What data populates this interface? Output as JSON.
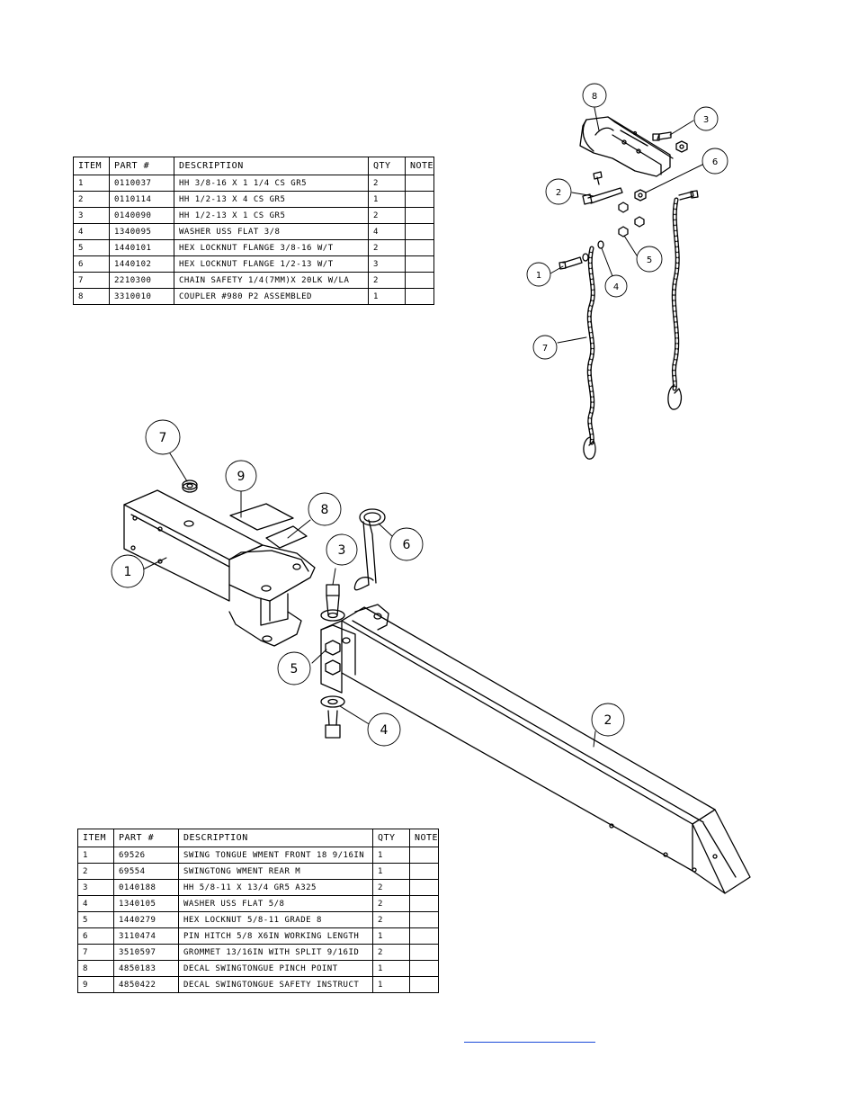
{
  "top_table": {
    "headers": [
      "ITEM",
      "PART #",
      "DESCRIPTION",
      "QTY",
      "NOTE"
    ],
    "rows": [
      [
        "1",
        "0110037",
        "HH 3/8-16 X 1 1/4 CS GR5",
        "2",
        ""
      ],
      [
        "2",
        "0110114",
        "HH 1/2-13 X 4 CS GR5",
        "1",
        ""
      ],
      [
        "3",
        "0140090",
        "HH 1/2-13 X 1 CS GR5",
        "2",
        ""
      ],
      [
        "4",
        "1340095",
        "WASHER USS FLAT 3/8",
        "4",
        ""
      ],
      [
        "5",
        "1440101",
        "HEX LOCKNUT FLANGE 3/8-16 W/T",
        "2",
        ""
      ],
      [
        "6",
        "1440102",
        "HEX LOCKNUT FLANGE 1/2-13 W/T",
        "3",
        ""
      ],
      [
        "7",
        "2210300",
        "CHAIN SAFETY 1/4(7MM)X 20LK W/LA",
        "2",
        ""
      ],
      [
        "8",
        "3310010",
        "COUPLER #980 P2 ASSEMBLED",
        "1",
        ""
      ]
    ]
  },
  "bottom_table": {
    "headers": [
      "ITEM",
      "PART #",
      "DESCRIPTION",
      "QTY",
      "NOTE"
    ],
    "rows": [
      [
        "1",
        "69526",
        "SWING TONGUE WMENT FRONT 18 9/16IN",
        "1",
        ""
      ],
      [
        "2",
        "69554",
        "SWINGTONG WMENT REAR M",
        "1",
        ""
      ],
      [
        "3",
        "0140188",
        "HH 5/8-11 X 13/4  GR5 A325",
        "2",
        ""
      ],
      [
        "4",
        "1340105",
        "WASHER USS FLAT 5/8",
        "2",
        ""
      ],
      [
        "5",
        "1440279",
        "HEX LOCKNUT 5/8-11 GRADE 8",
        "2",
        ""
      ],
      [
        "6",
        "3110474",
        "PIN HITCH 5/8 X6IN WORKING LENGTH",
        "1",
        ""
      ],
      [
        "7",
        "3510597",
        "GROMMET 13/16IN  WITH SPLIT 9/16ID",
        "2",
        ""
      ],
      [
        "8",
        "4850183",
        "DECAL SWINGTONGUE PINCH POINT",
        "1",
        ""
      ],
      [
        "9",
        "4850422",
        "DECAL SWINGTONGUE SAFETY INSTRUCT",
        "1",
        ""
      ]
    ]
  },
  "coupler_callouts": [
    "8",
    "3",
    "6",
    "2",
    "5",
    "1",
    "4",
    "7"
  ],
  "tongue_callouts": [
    "7",
    "9",
    "8",
    "6",
    "1",
    "3",
    "5",
    "4",
    "2"
  ]
}
